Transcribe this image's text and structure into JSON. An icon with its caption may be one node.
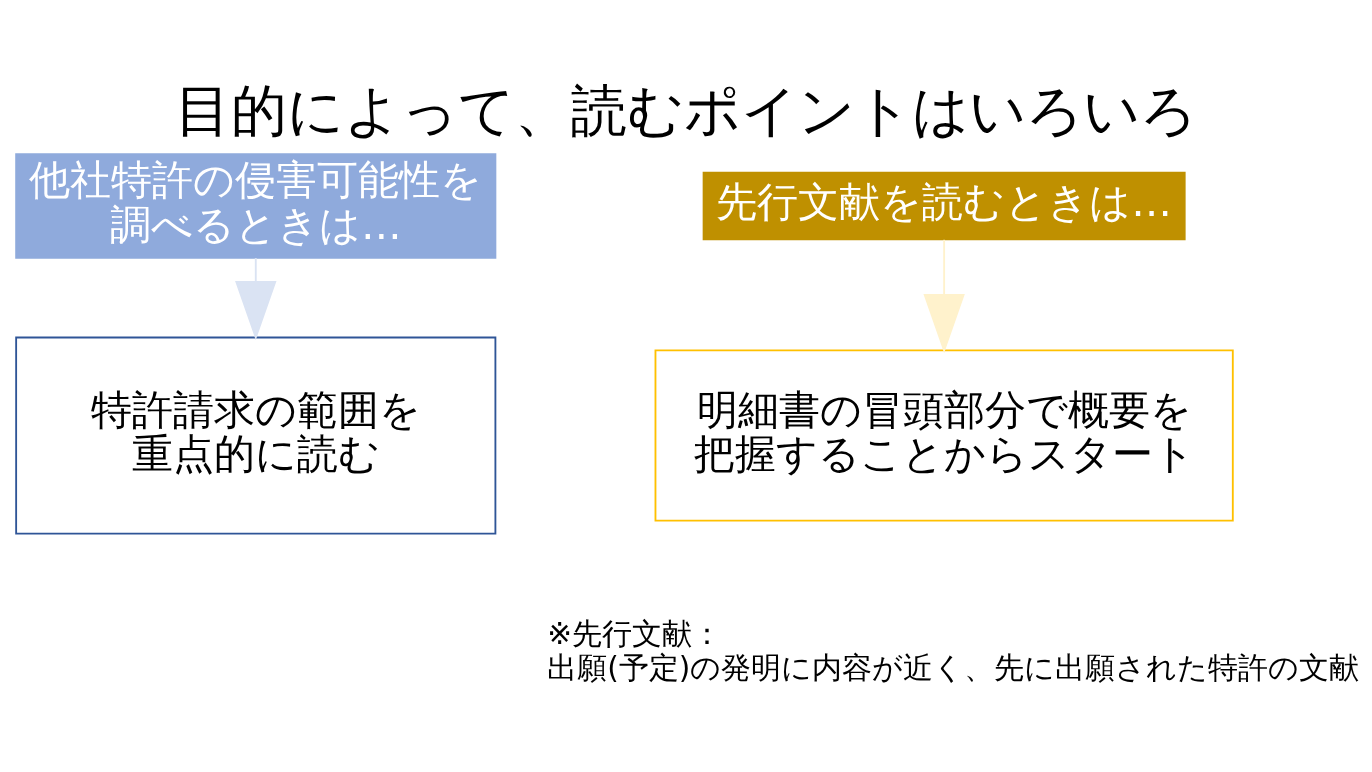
{
  "diagram": {
    "title": "目的によって、読むポイントはいろいろ",
    "nodes": [
      {
        "text": [
          "他社特許の侵害可能性を調べるときは…"
        ]
      },
      {
        "text": [
          "特許請求の範囲を重点的に読む"
        ]
      },
      {
        "text": [
          "先行文献を読むときは…"
        ]
      },
      {
        "text": [
          "明細書の冒頭部分で概要を把握することからスタート"
        ]
      }
    ],
    "edges": [
      {
        "from": 0,
        "to": 1,
        "arrow": "to",
        "color": "#dae3f3"
      },
      {
        "from": 2,
        "to": 3,
        "arrow": "to",
        "color": "#fff2cc"
      }
    ],
    "labels": [
      "※先行文献：",
      "出願(予定)の発明に内容が近く、先に出願された特許の文献"
    ]
  }
}
